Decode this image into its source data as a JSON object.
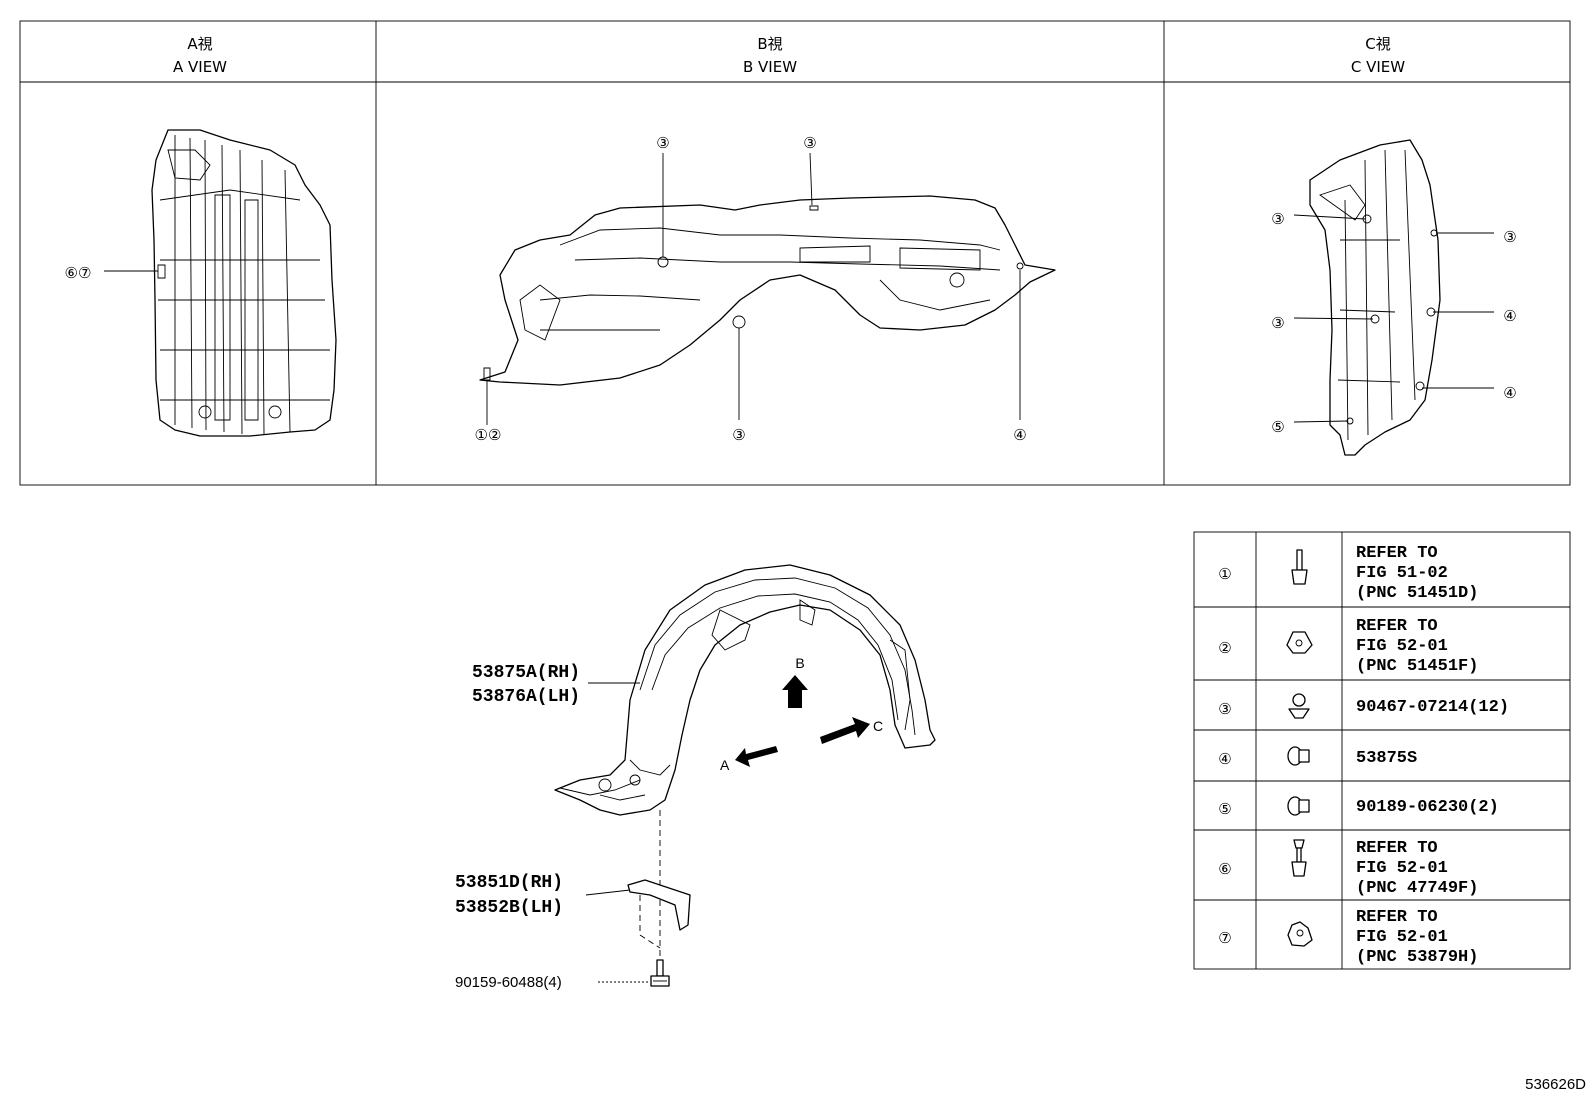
{
  "views": [
    {
      "jp": "A視",
      "en": "A VIEW"
    },
    {
      "jp": "B視",
      "en": "B VIEW"
    },
    {
      "jp": "C視",
      "en": "C VIEW"
    }
  ],
  "callouts": {
    "a_view": [
      "⑥⑦"
    ],
    "b_view": [
      "③",
      "③",
      "①②",
      "③",
      "④"
    ],
    "c_view": [
      "③",
      "③",
      "③",
      "④",
      "④",
      "⑤"
    ]
  },
  "main_labels": {
    "liner_rh": "53875A(RH)",
    "liner_lh": "53876A(LH)",
    "bracket_rh": "53851D(RH)",
    "bracket_lh": "53852B(LH)",
    "bolt": "90159-60488(4)"
  },
  "arrows": {
    "a": "A",
    "b": "B",
    "c": "C"
  },
  "legend": [
    {
      "num": "①",
      "icon": "screw-icon",
      "lines": [
        "REFER TO",
        "FIG 51-02",
        "(PNC 51451D)"
      ]
    },
    {
      "num": "②",
      "icon": "clip-nut-icon",
      "lines": [
        "REFER TO",
        "FIG 52-01",
        "(PNC 51451F)"
      ]
    },
    {
      "num": "③",
      "icon": "push-clip-icon",
      "lines": [
        "90467-07214(12)"
      ]
    },
    {
      "num": "④",
      "icon": "grommet-icon",
      "lines": [
        "53875S"
      ]
    },
    {
      "num": "⑤",
      "icon": "grommet-icon",
      "lines": [
        "90189-06230(2)"
      ]
    },
    {
      "num": "⑥",
      "icon": "bolt-icon",
      "lines": [
        "REFER TO",
        "FIG 52-01",
        "(PNC 47749F)"
      ]
    },
    {
      "num": "⑦",
      "icon": "retainer-icon",
      "lines": [
        "REFER TO",
        "FIG 52-01",
        "(PNC 53879H)"
      ]
    }
  ],
  "figure_code": "536626D"
}
